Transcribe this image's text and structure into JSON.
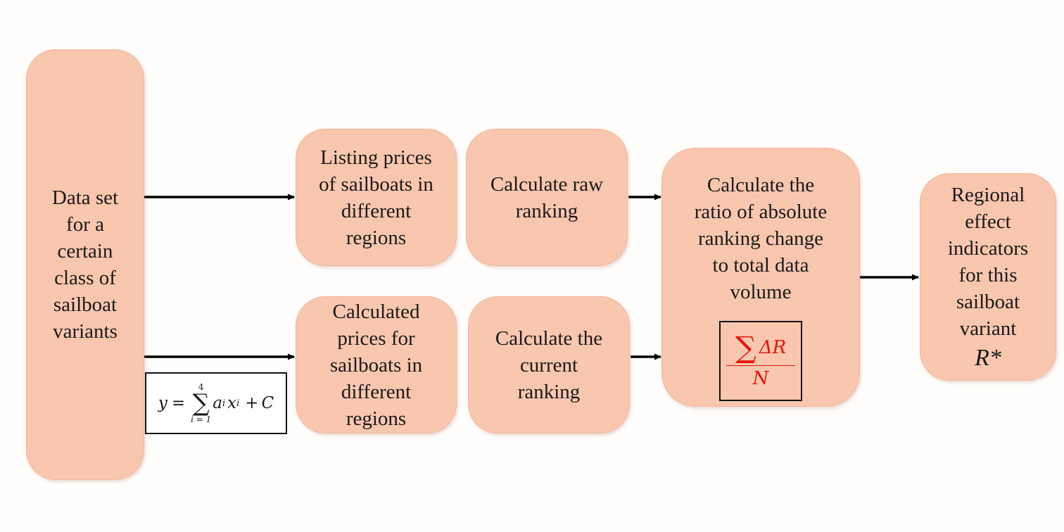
{
  "nodes": {
    "dataset": {
      "lines": [
        "Data set",
        "for a",
        "certain",
        "class of",
        "sailboat",
        "variants"
      ]
    },
    "listing": {
      "lines": [
        "Listing prices",
        "of sailboats in",
        "different",
        "regions"
      ]
    },
    "raw": {
      "lines": [
        "Calculate raw",
        "ranking"
      ]
    },
    "calcprice": {
      "lines": [
        "Calculated",
        "prices for",
        "sailboats in",
        "different",
        "regions"
      ]
    },
    "current": {
      "lines": [
        "Calculate the",
        "current",
        "ranking"
      ]
    },
    "ratio": {
      "lines": [
        "Calculate the",
        "ratio of absolute",
        "ranking change",
        "to total data",
        "volume"
      ]
    },
    "regional": {
      "lines": [
        "Regional",
        "effect",
        "indicators",
        "for this",
        "sailboat",
        "variant"
      ],
      "symbol": "R*"
    }
  },
  "formula": {
    "y": "y",
    "eq": "=",
    "sum_upper": "4",
    "sum_sign": "∑",
    "sum_lower": "i = 1",
    "a": "a",
    "a_sub": "i",
    "x": "x",
    "x_sub": "i",
    "plus": "+",
    "c": "C"
  },
  "ratio_formula": {
    "sum_sign": "∑",
    "numerator": "ΔR",
    "denominator": "N",
    "color": "#e8140c"
  },
  "colors": {
    "box_fill": "#f9c6ae",
    "arrow": "#000000"
  }
}
